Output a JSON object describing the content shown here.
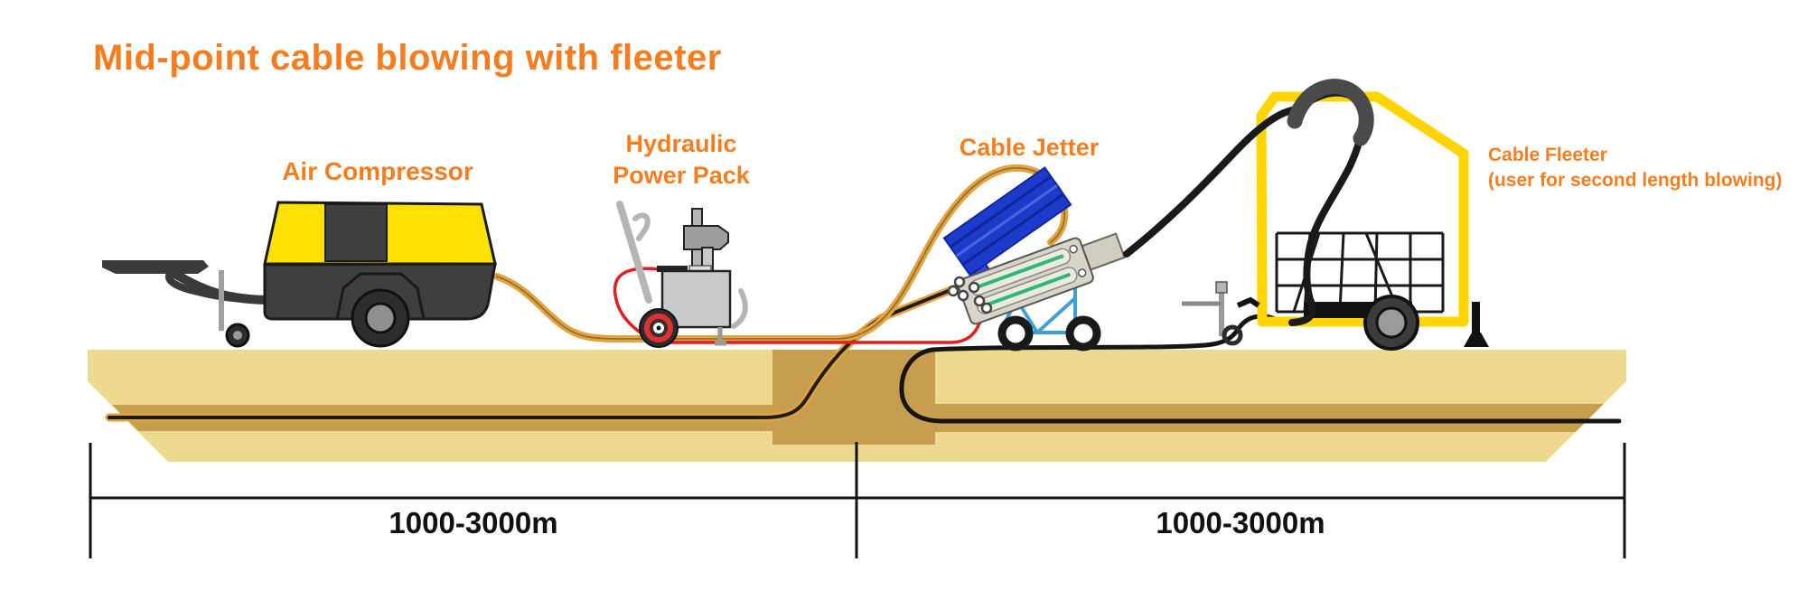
{
  "title": "Mid-point cable blowing with fleeter",
  "labels": {
    "air_compressor": "Air Compressor",
    "hydraulic_line1": "Hydraulic",
    "hydraulic_line2": "Power Pack",
    "cable_jetter": "Cable Jetter",
    "cable_fleeter_line1": "Cable Fleeter",
    "cable_fleeter_line2": "(user for second length blowing)"
  },
  "measurements": {
    "left_span": "1000-3000m",
    "right_span": "1000-3000m"
  },
  "colors": {
    "accent_orange": "#f57d1f",
    "ground_light": "#ecd98d",
    "ground_dark": "#c79e4d",
    "duct_orange": "#e2a23f",
    "hose_red": "#e01f1f",
    "machine_yellow": "#ffe003",
    "fleeter_yellow": "#ffd400",
    "jetter_blue": "#1d3bcb",
    "frame_blue": "#3f9fd8",
    "cable_black": "#1a1a1a"
  }
}
